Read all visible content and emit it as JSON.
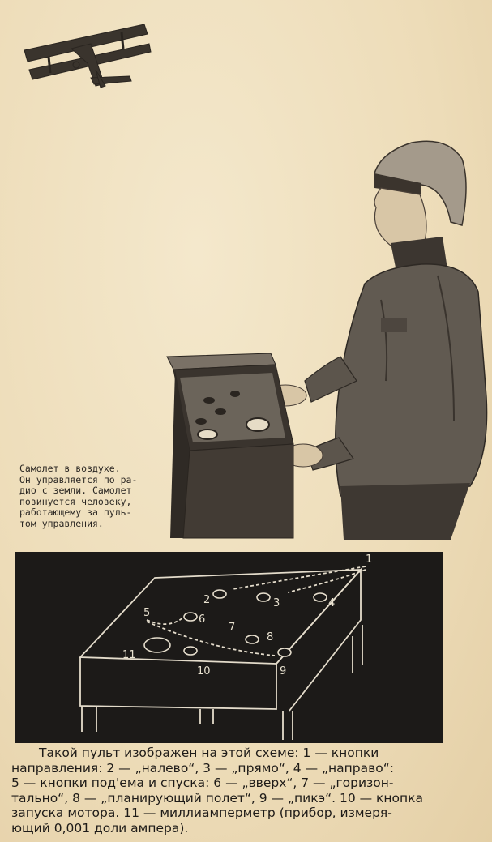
{
  "top_caption": [
    "Самолет в воздухе.",
    "Он управляется по ра-",
    "дио с земли. Самолет",
    "повинуется человеку,",
    "работающему за пуль-",
    "том управления."
  ],
  "diagram_labels": {
    "l1": "1",
    "l2": "2",
    "l3": "3",
    "l4": "4",
    "l5": "5",
    "l6": "6",
    "l7": "7",
    "l8": "8",
    "l9": "9",
    "l10": "10",
    "l11": "11"
  },
  "bottom_caption": [
    "Такой пульт изображен на этой схеме: 1 — кнопки",
    "направления: 2 — „налево“, 3 — „прямо“, 4 — „направо“:",
    "5 — кнопки под'ема и спуска: 6 — „вверх“, 7 — „горизон-",
    "тально“, 8 — „планирующий полет“, 9 — „пикэ“. 10 — кнопка",
    "запуска мотора. 11 — миллиамперметр (прибор, измеря-",
    "ющий 0,001 доли ампера)."
  ]
}
